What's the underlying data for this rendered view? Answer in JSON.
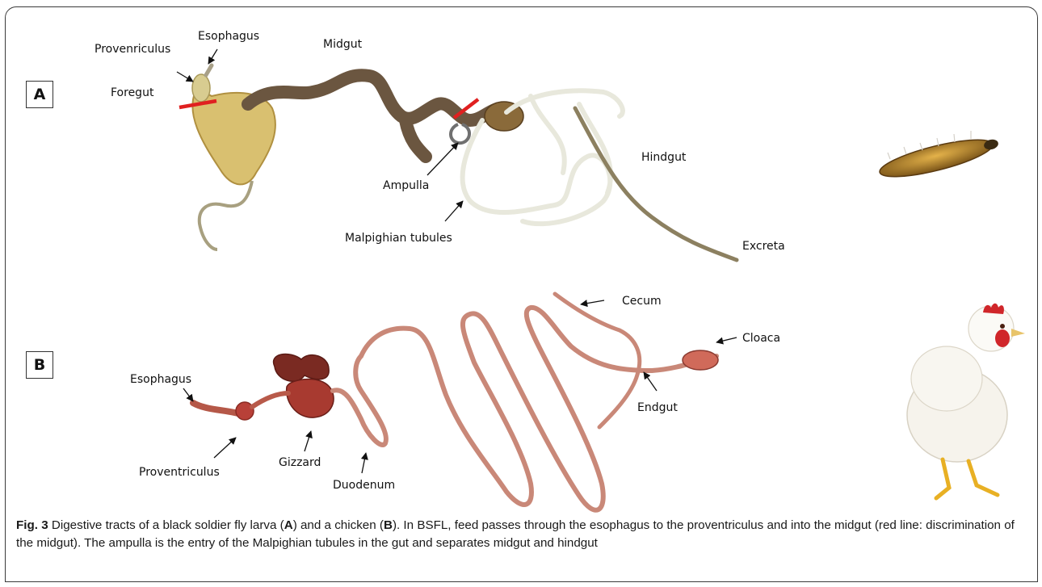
{
  "panel_a": {
    "tag": "A",
    "labels": {
      "esophagus": "Esophagus",
      "proventriculus": "Provenriculus",
      "foregut": "Foregut",
      "midgut": "Midgut",
      "ampulla": "Ampulla",
      "malpighian": "Malpighian tubules",
      "hindgut": "Hindgut",
      "excreta": "Excreta"
    }
  },
  "panel_b": {
    "tag": "B",
    "labels": {
      "esophagus": "Esophagus",
      "proventriculus": "Proventriculus",
      "gizzard": "Gizzard",
      "duodenum": "Duodenum",
      "cecum": "Cecum",
      "cloaca": "Cloaca",
      "endgut": "Endgut"
    }
  },
  "caption": {
    "fig_label": "Fig. 3",
    "part1": " Digestive tracts of a black soldier fly larva (",
    "ref_a": "A",
    "part2": ") and a chicken (",
    "ref_b": "B",
    "part3": "). In BSFL, feed passes through the esophagus to the proventriculus and into the midgut (red line: discrimination of the midgut). The ampulla is the entry of the Malpighian tubules in the gut and separates midgut and hindgut"
  },
  "colors": {
    "foregut": "#d9c070",
    "midgut": "#6b5640",
    "hindgut": "#8c8060",
    "malpighian": "#e8e8dc",
    "cut_line": "#e02020",
    "chicken_gut": "#c98878",
    "chicken_organ": "#a83a30"
  }
}
